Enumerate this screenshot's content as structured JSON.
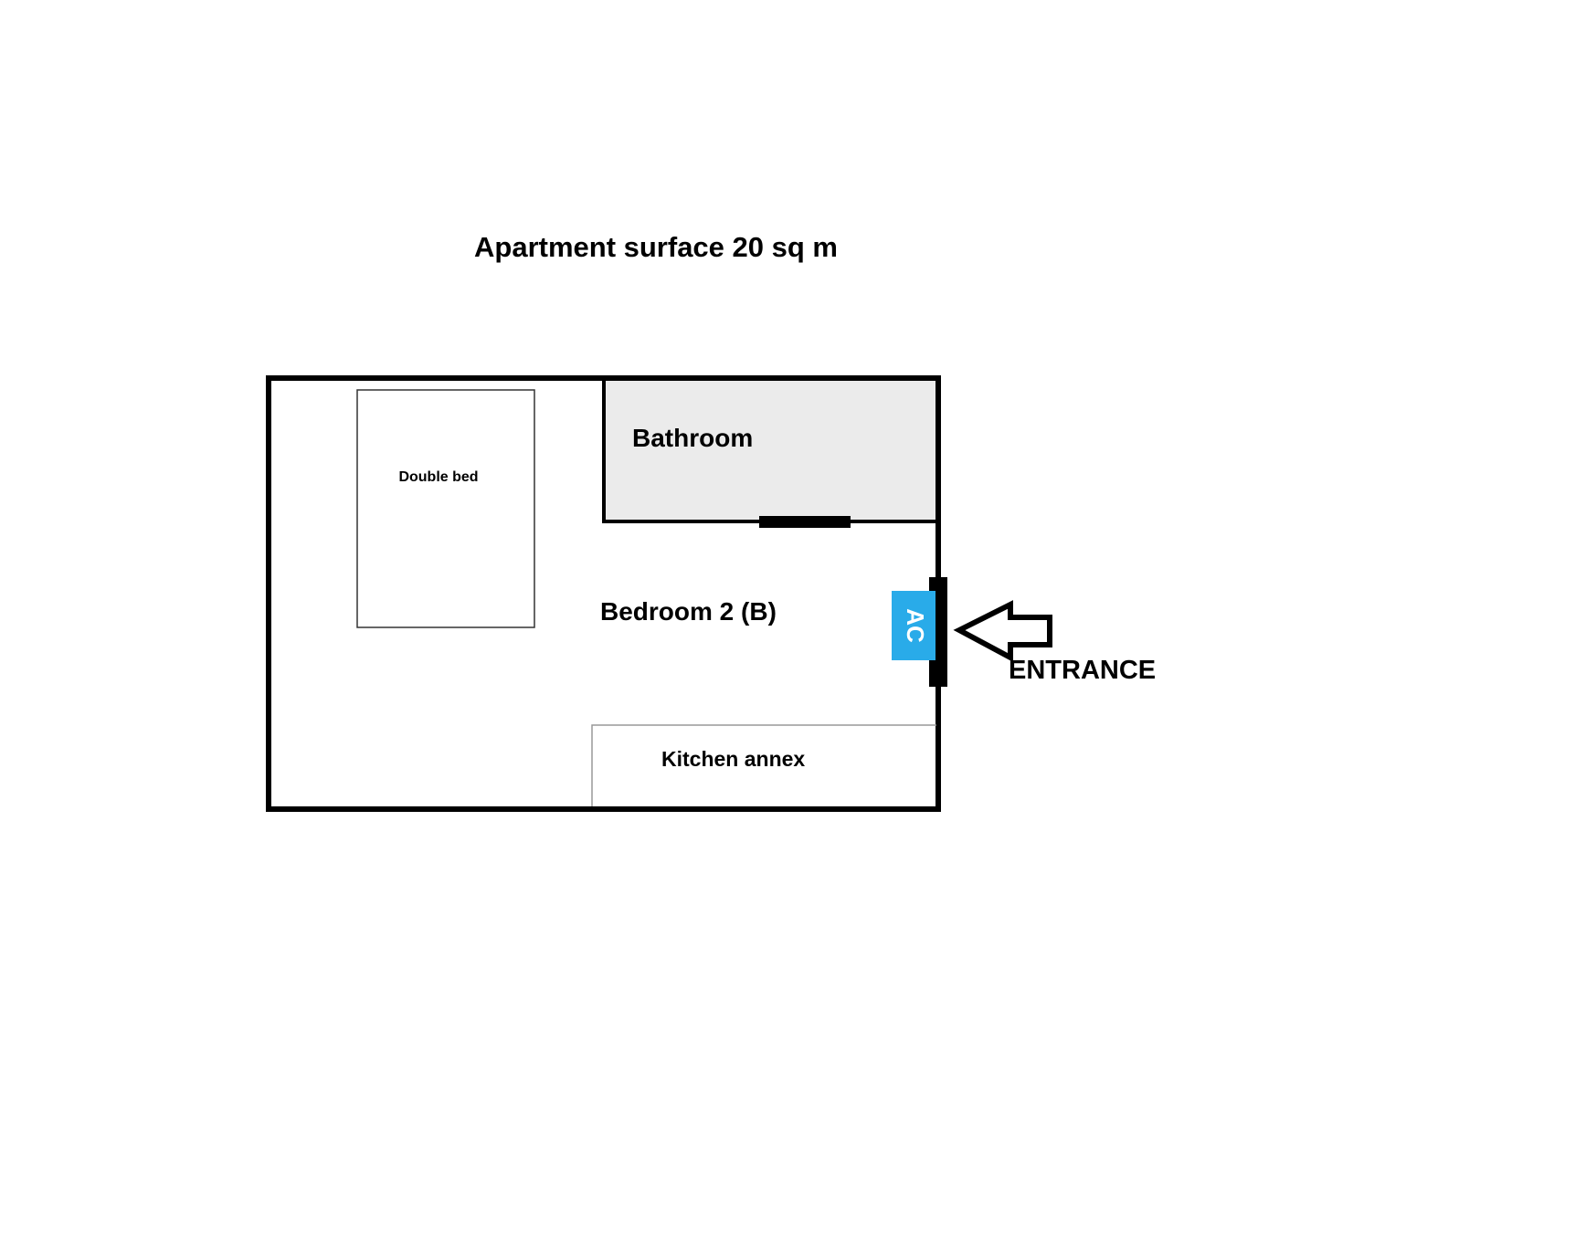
{
  "title": "Apartment surface 20 sq m",
  "rooms": {
    "bathroom": "Bathroom",
    "bedroom": "Bedroom 2 (B)",
    "kitchen": "Kitchen annex"
  },
  "furniture": {
    "bed": "Double bed",
    "ac": "AC"
  },
  "entrance": "ENTRANCE",
  "colors": {
    "wall": "#000000",
    "bathroom_fill": "#ebebeb",
    "ac_fill": "#29abe9",
    "ac_text": "#ffffff",
    "background": "#ffffff"
  }
}
